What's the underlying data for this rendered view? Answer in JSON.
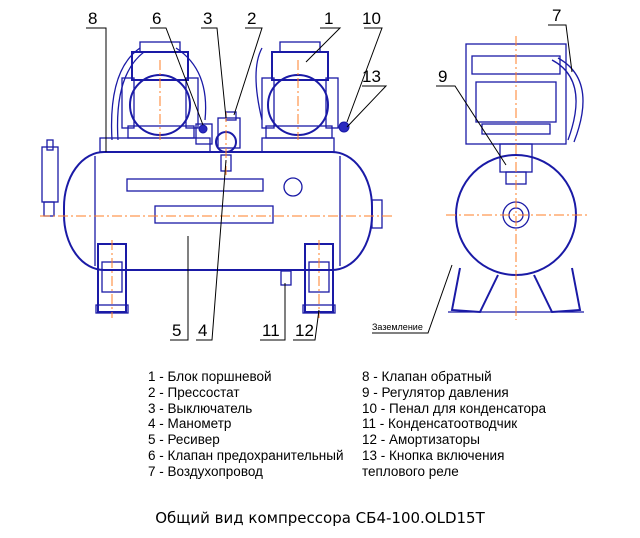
{
  "callouts": {
    "c8": "8",
    "c6": "6",
    "c3": "3",
    "c2": "2",
    "c1": "1",
    "c10": "10",
    "c13": "13",
    "c7": "7",
    "c9": "9",
    "c5": "5",
    "c4": "4",
    "c11": "11",
    "c12": "12"
  },
  "ground_label": "Заземление",
  "legend_left": [
    "1 - Блок поршневой",
    "2 - Прессостат",
    "3 - Выключатель",
    "4 - Манометр",
    "5 - Ресивер",
    "6 - Клапан предохранительный",
    "7 - Воздухопровод"
  ],
  "legend_right": [
    "8 - Клапан обратный",
    "9 - Регулятор давления",
    "10 - Пенал для конденсатора",
    "11 - Конденсатоотводчик",
    "12 - Амортизаторы",
    "13 - Кнопка включения",
    "теплового реле"
  ],
  "caption": "Общий вид компрессора СБ4-100.OLD15T",
  "colors": {
    "drawing": "#1a1aa6",
    "axis": "#ff7f27",
    "text": "#000000"
  }
}
